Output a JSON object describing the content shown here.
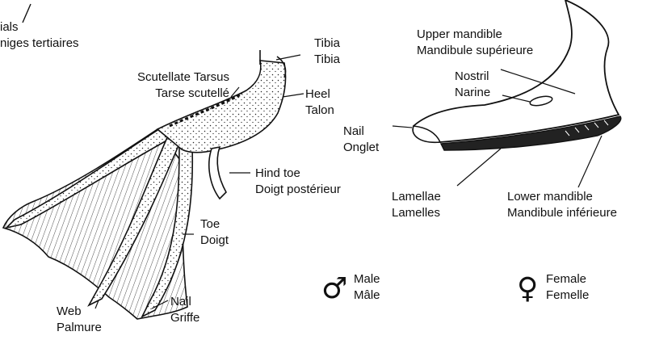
{
  "labels": {
    "tertials": {
      "line1": "ials",
      "line2": "niges tertiaires"
    },
    "tibia": {
      "en": "Tibia",
      "fr": "Tibia"
    },
    "tarsus": {
      "en": "Scutellate Tarsus",
      "fr": "Tarse scutellé"
    },
    "heel": {
      "en": "Heel",
      "fr": "Talon"
    },
    "hind_toe": {
      "en": "Hind toe",
      "fr": "Doigt postérieur"
    },
    "toe": {
      "en": "Toe",
      "fr": "Doigt"
    },
    "foot_nail": {
      "en": "Nail",
      "fr": "Griffe"
    },
    "web": {
      "en": "Web",
      "fr": "Palmure"
    },
    "upper_mandible": {
      "en": "Upper mandible",
      "fr": "Mandibule supérieure"
    },
    "nostril": {
      "en": "Nostril",
      "fr": "Narine"
    },
    "bill_nail": {
      "en": "Nail",
      "fr": "Onglet"
    },
    "lamellae": {
      "en": "Lamellae",
      "fr": "Lamelles"
    },
    "lower_mandible": {
      "en": "Lower mandible",
      "fr": "Mandibule inférieure"
    },
    "male": {
      "en": "Male",
      "fr": "Mâle",
      "symbol": "♂"
    },
    "female": {
      "en": "Female",
      "fr": "Femelle",
      "symbol": "♀"
    }
  }
}
